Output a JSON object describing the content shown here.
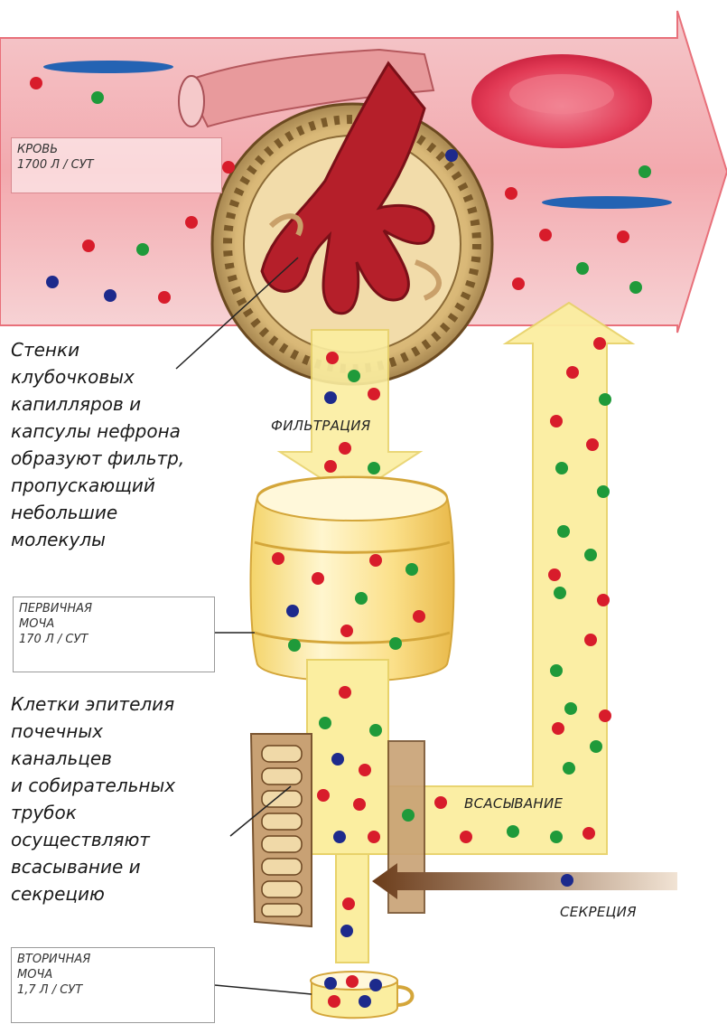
{
  "labels": {
    "blood": [
      "КРОВЬ",
      "1700 Л / СУТ"
    ],
    "primary_urine": [
      "ПЕРВИЧНАЯ",
      "МОЧА",
      "170 Л / СУТ"
    ],
    "secondary_urine": [
      "ВТОРИЧНАЯ",
      "МОЧА",
      "1,7 Л / СУТ"
    ],
    "filtration": "ФИЛЬТРАЦИЯ",
    "absorption": "ВСАСЫВАНИЕ",
    "secretion": "СЕКРЕЦИЯ"
  },
  "descriptions": {
    "filter": [
      "Стенки",
      "клубочковых",
      "капилляров и",
      "капсулы нефрона",
      "образуют фильтр,",
      "пропускающий",
      "небольшие",
      "молекулы"
    ],
    "epithelium": [
      "Клетки эпителия",
      "почечных",
      "канальцев",
      "и собирательных",
      "трубок",
      "осуществляют",
      "всасывание и",
      "секрецию"
    ]
  },
  "colors": {
    "red_dot": "#d81c2b",
    "green_dot": "#1f9a3a",
    "blue_dot": "#1d2a8c",
    "blood_band": "#f2b0b4",
    "fluid": "#fbeea0"
  }
}
